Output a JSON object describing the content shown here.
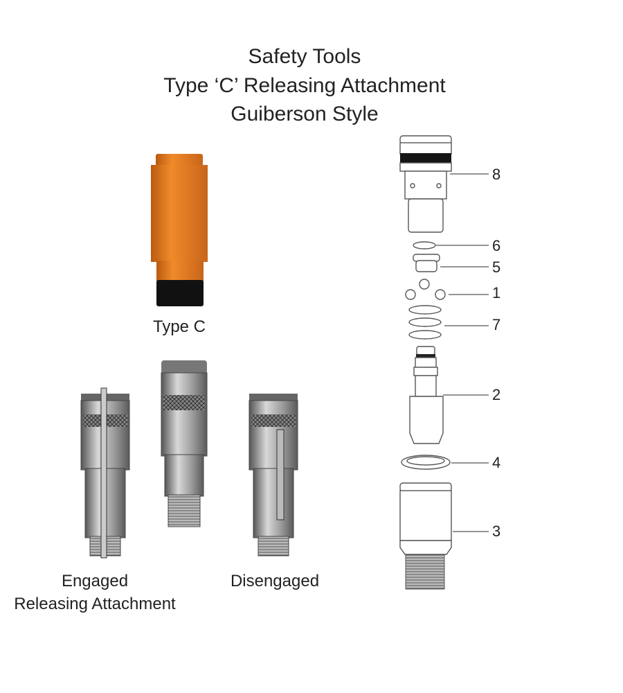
{
  "title": {
    "line1": "Safety Tools",
    "line2": "Type ‘C’ Releasing Attachment",
    "line3": "Guiberson Style"
  },
  "captions": {
    "type_c": "Type C",
    "engaged_line1": "Engaged",
    "engaged_line2": "Releasing Attachment",
    "disengaged": "Disengaged"
  },
  "part_labels": {
    "p8": "8",
    "p6": "6",
    "p5": "5",
    "p1": "1",
    "p7": "7",
    "p2": "2",
    "p4": "4",
    "p3": "3"
  },
  "colors": {
    "tool_orange": "#d9741f",
    "tool_grey": "#8c8c8c",
    "band_black": "#111111"
  }
}
